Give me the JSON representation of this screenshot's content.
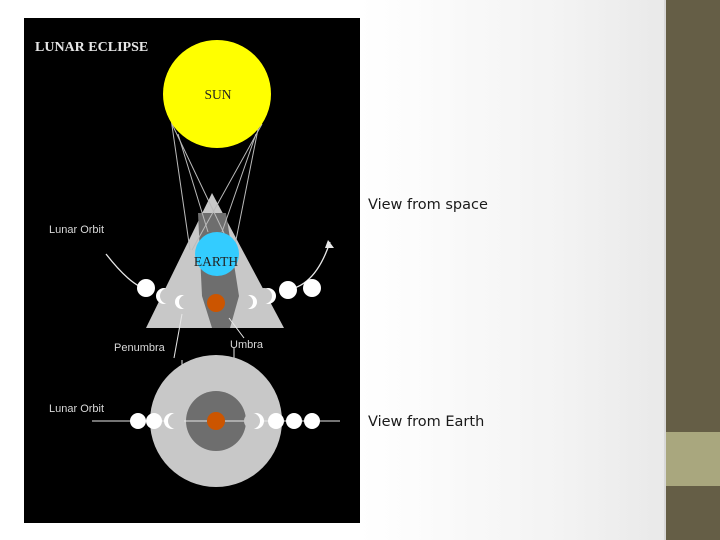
{
  "diagram": {
    "title": "LUNAR ECLIPSE",
    "sun_label": "SUN",
    "earth_label": "EARTH",
    "lunar_orbit_label_top": "Lunar Orbit",
    "lunar_orbit_label_bottom": "Lunar Orbit",
    "penumbra_label": "Penumbra",
    "umbra_label": "Umbra"
  },
  "captions": {
    "space": "View from space",
    "earth": "View from Earth"
  },
  "colors": {
    "sun": "#ffff00",
    "earth": "#33ccff",
    "moon_eclipsed": "#cc5500",
    "penumbra": "#c8c8c8",
    "umbra": "#6e6e6e",
    "accent_bar": "#655e46",
    "accent_block": "#a9a77e"
  }
}
